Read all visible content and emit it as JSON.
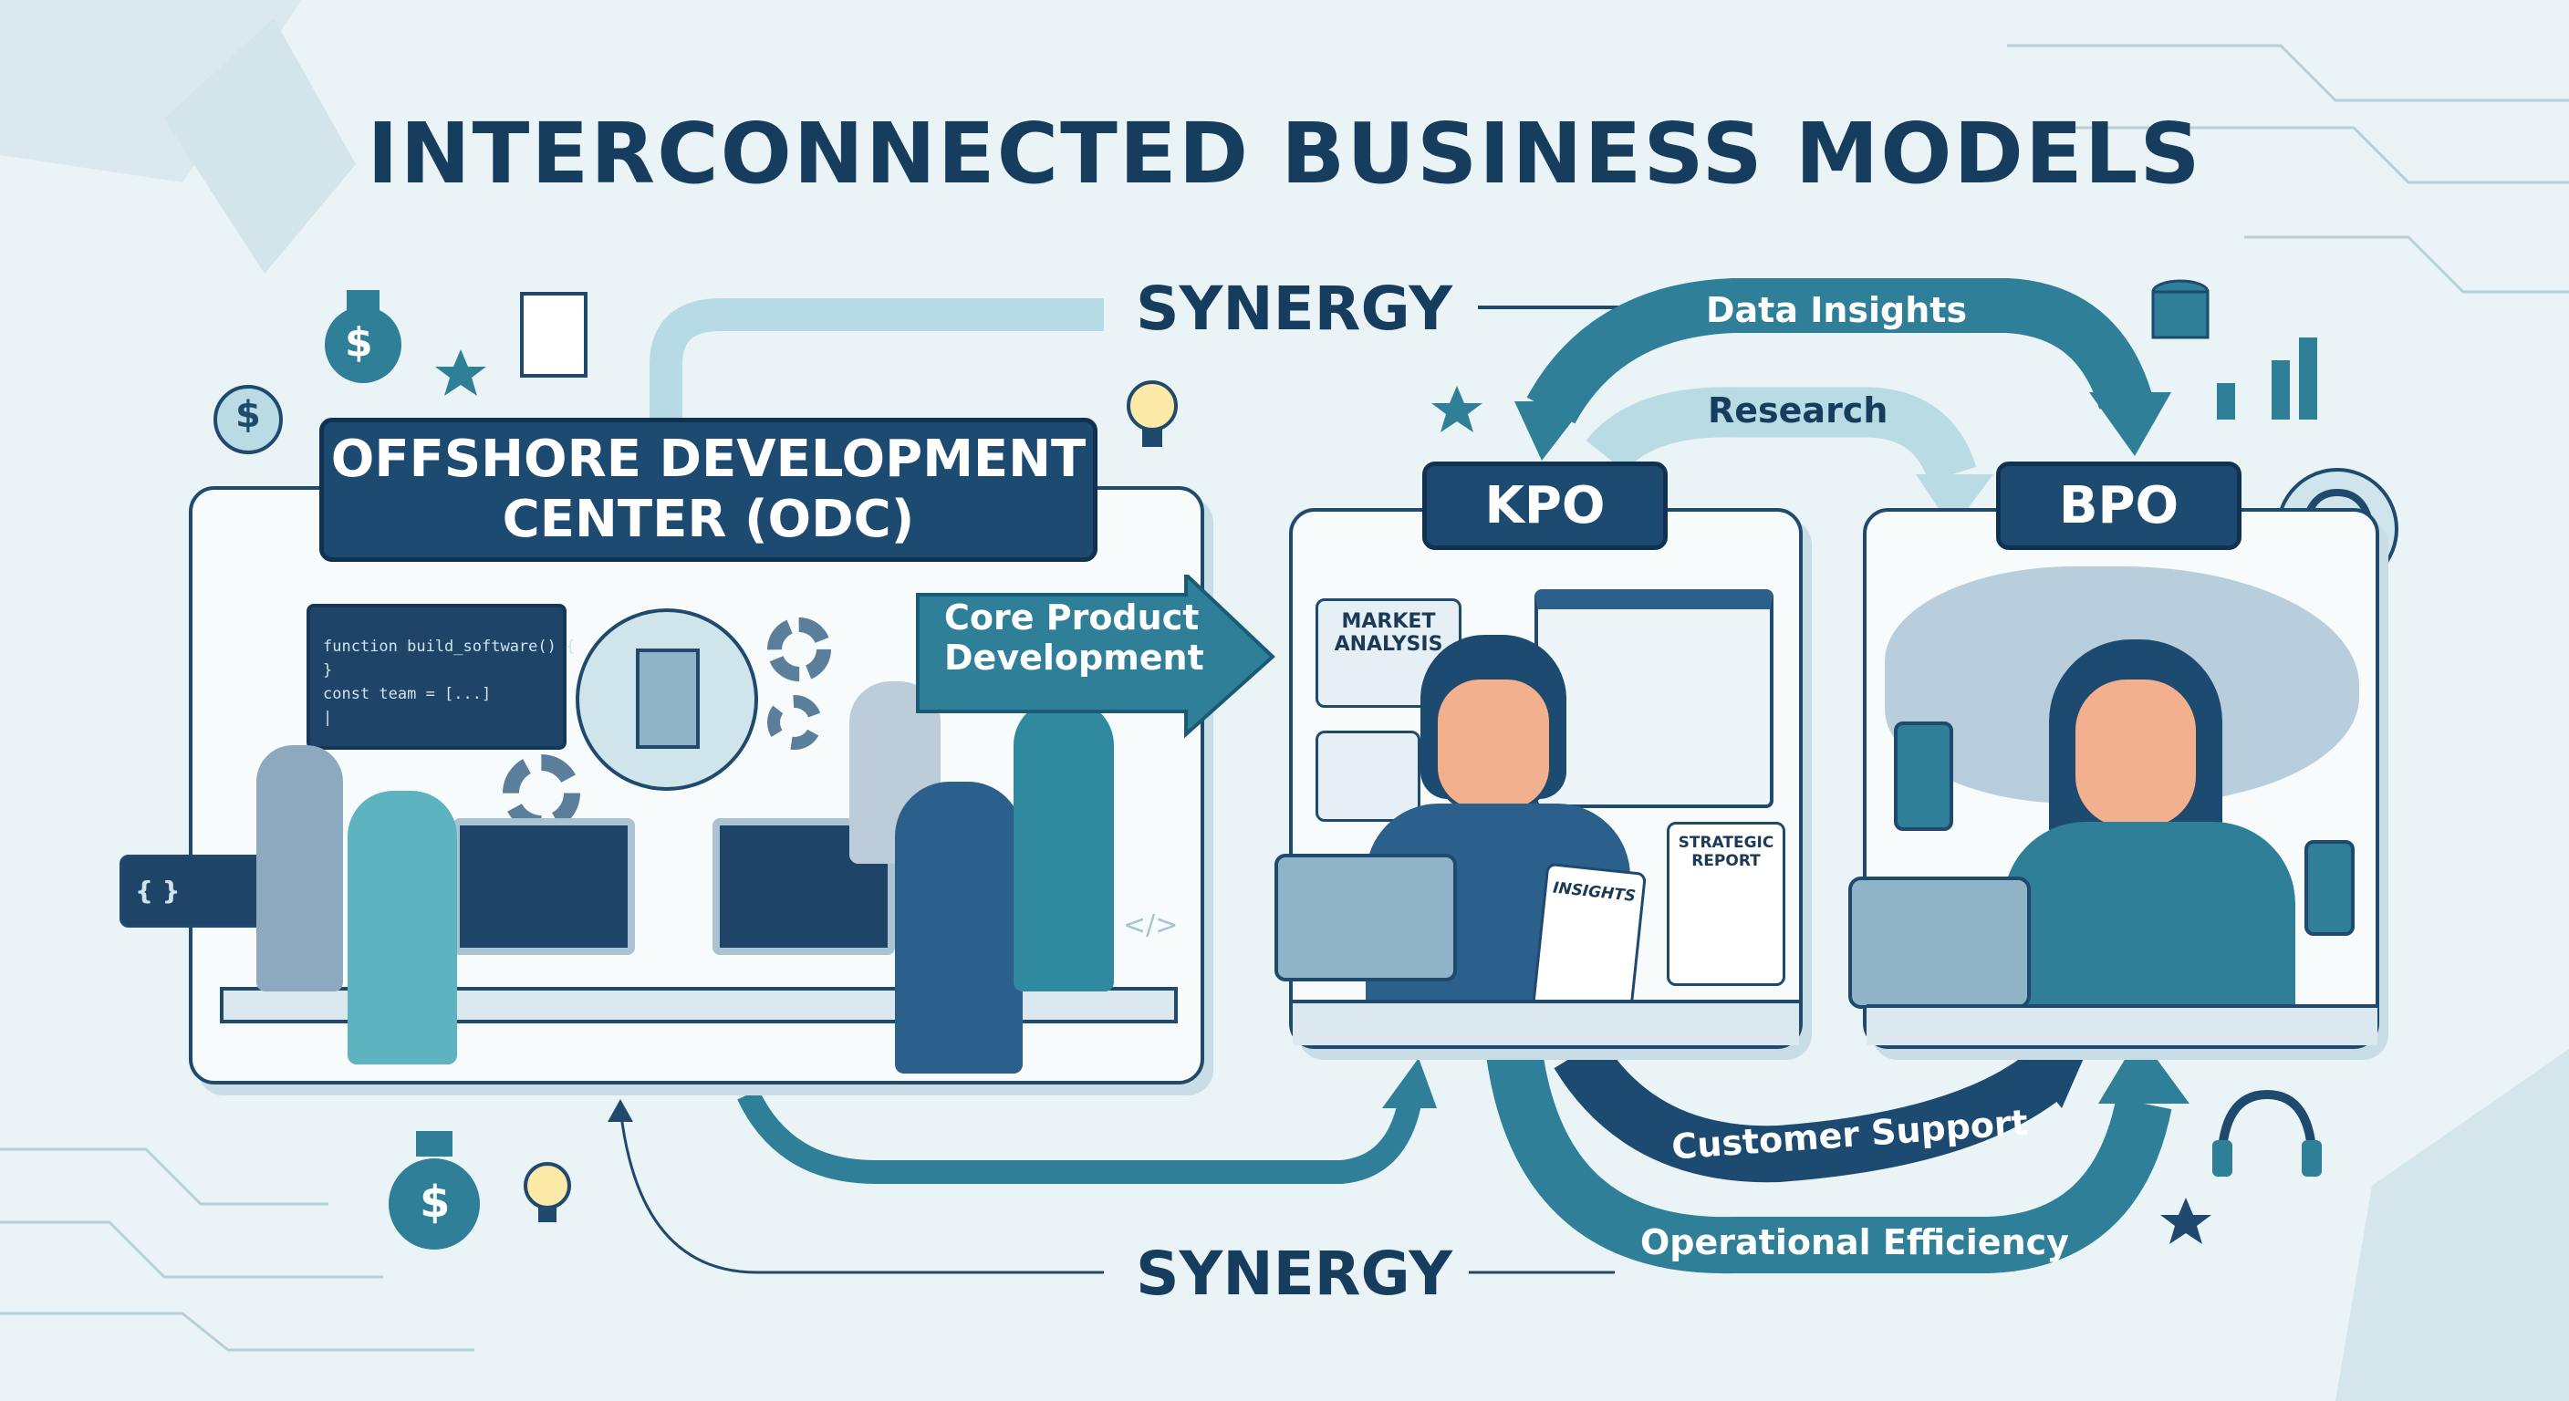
{
  "title": "INTERCONNECTED BUSINESS MODELS",
  "synergy_top": "SYNERGY",
  "synergy_bottom": "SYNERGY",
  "odc": {
    "title_line1": "OFFSHORE DEVELOPMENT",
    "title_line2": "CENTER (ODC)",
    "arrow_label_line1": "Core Product",
    "arrow_label_line2": "Development",
    "code_lines": [
      "function build_software() {",
      "    ....",
      "}",
      "const team = [...]",
      "     ....",
      "|"
    ],
    "code_braces": "{ }",
    "code_tag": "</>"
  },
  "kpo": {
    "label": "KPO",
    "market_analysis_line1": "MARKET",
    "market_analysis_line2": "ANALYSIS",
    "insights": "INSIGHTS",
    "strategic_line1": "STRATEGIC",
    "strategic_line2": "REPORT"
  },
  "bpo": {
    "label": "BPO"
  },
  "flows": {
    "data_insights": "Data Insights",
    "research": "Research",
    "customer_support": "Customer Support",
    "operational_efficiency": "Operational Efficiency"
  },
  "icons": {
    "dollar": "$"
  },
  "colors": {
    "navy": "#1d4a70",
    "teal": "#2f7f99",
    "light_teal": "#b9dbe4",
    "background": "#eaf3f6"
  }
}
